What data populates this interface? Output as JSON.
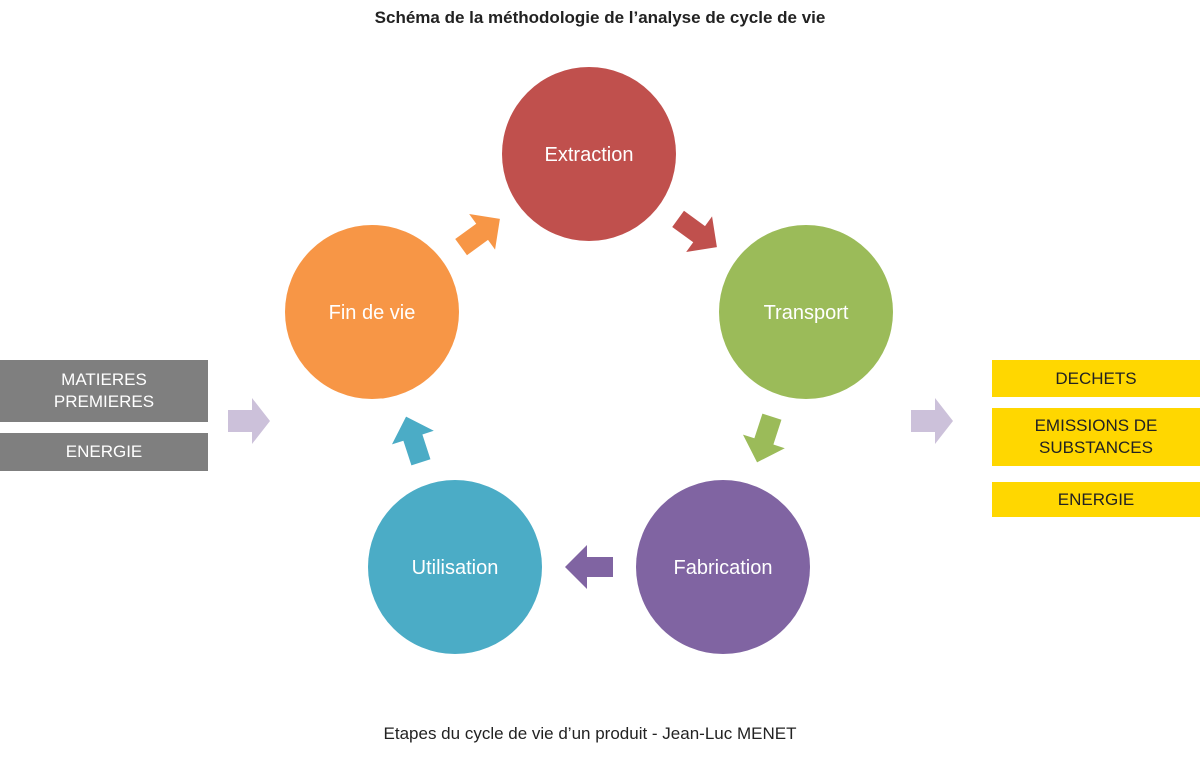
{
  "title": "Schéma de la méthodologie de l’analyse de cycle de vie",
  "caption": "Etapes du cycle de vie d’un produit - Jean-Luc MENET",
  "stages": [
    {
      "label": "Extraction",
      "color": "#c0504d"
    },
    {
      "label": "Transport",
      "color": "#9bbb59"
    },
    {
      "label": "Fabrication",
      "color": "#8064a2"
    },
    {
      "label": "Utilisation",
      "color": "#4bacc6"
    },
    {
      "label": "Fin de vie",
      "color": "#f79646"
    }
  ],
  "inputs": {
    "color": "#7f7f7f",
    "items": [
      "MATIERES\nPREMIERES",
      "ENERGIE"
    ]
  },
  "outputs": {
    "color": "#ffd700",
    "items": [
      "DECHETS",
      "EMISSIONS DE\nSUBSTANCES",
      "ENERGIE"
    ]
  },
  "flow_arrow_color": "#ccc1da"
}
